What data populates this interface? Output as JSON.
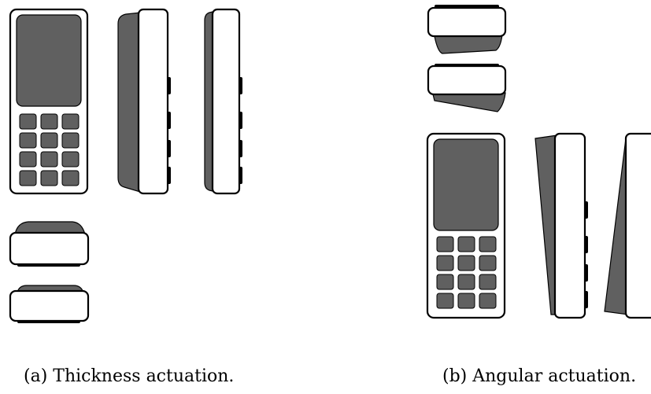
{
  "captions": {
    "thickness": "(a) Thickness actuation.",
    "angular": "(b) Angular actuation."
  },
  "colors": {
    "body": "#ffffff",
    "screen": "#606060",
    "key": "#606060",
    "outline": "#000000"
  },
  "keypad": {
    "rows": 4,
    "cols": 3
  }
}
